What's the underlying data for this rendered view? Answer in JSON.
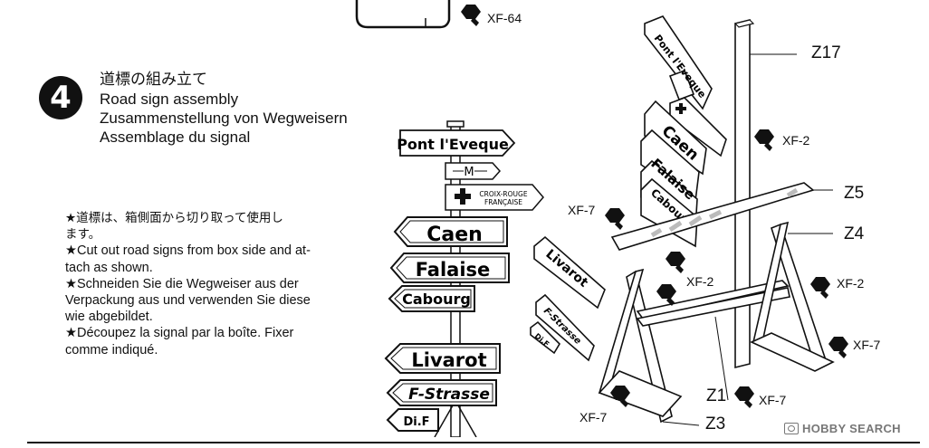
{
  "step": {
    "number": "4"
  },
  "title": {
    "jp": "道標の組み立て",
    "en": "Road sign assembly",
    "de": "Zusammenstellung von Wegweisern",
    "fr": "Assemblage du signal"
  },
  "notes": [
    "★道標は、箱側面から切り取って使用し",
    "ます。",
    "★Cut out road signs from box side and at-",
    "tach as shown.",
    "★Schneiden Sie die Wegweiser aus der",
    "Verpackung aus und verwenden Sie diese",
    "wie abgebildet.",
    "★Découpez la signal par la boîte. Fixer",
    "comme indiqué."
  ],
  "signs": {
    "pont": "Pont l'Eveque",
    "m": "M",
    "croix_line1": "CROIX-ROUGE",
    "croix_line2": "FRANÇAISE",
    "caen": "Caen",
    "falaise": "Falaise",
    "cabourg": "Cabourg",
    "livarot": "Livarot",
    "fstrasse": "F-Strasse",
    "dif": "Di.F"
  },
  "parts": {
    "xf64": "XF-64",
    "z17": "Z17",
    "xf2_top": "XF-2",
    "z5": "Z5",
    "z4": "Z4",
    "xf7_left": "XF-7",
    "xf2_mid": "XF-2",
    "xf2_right": "XF-2",
    "xf7_right": "XF-7",
    "z1": "Z1",
    "xf7_z1": "XF-7",
    "xf7_bottom": "XF-7",
    "z3": "Z3"
  },
  "watermark": {
    "text": "HOBBY SEARCH"
  },
  "colors": {
    "ink": "#111111",
    "paper": "#ffffff",
    "hatch": "#bbbbbb"
  }
}
